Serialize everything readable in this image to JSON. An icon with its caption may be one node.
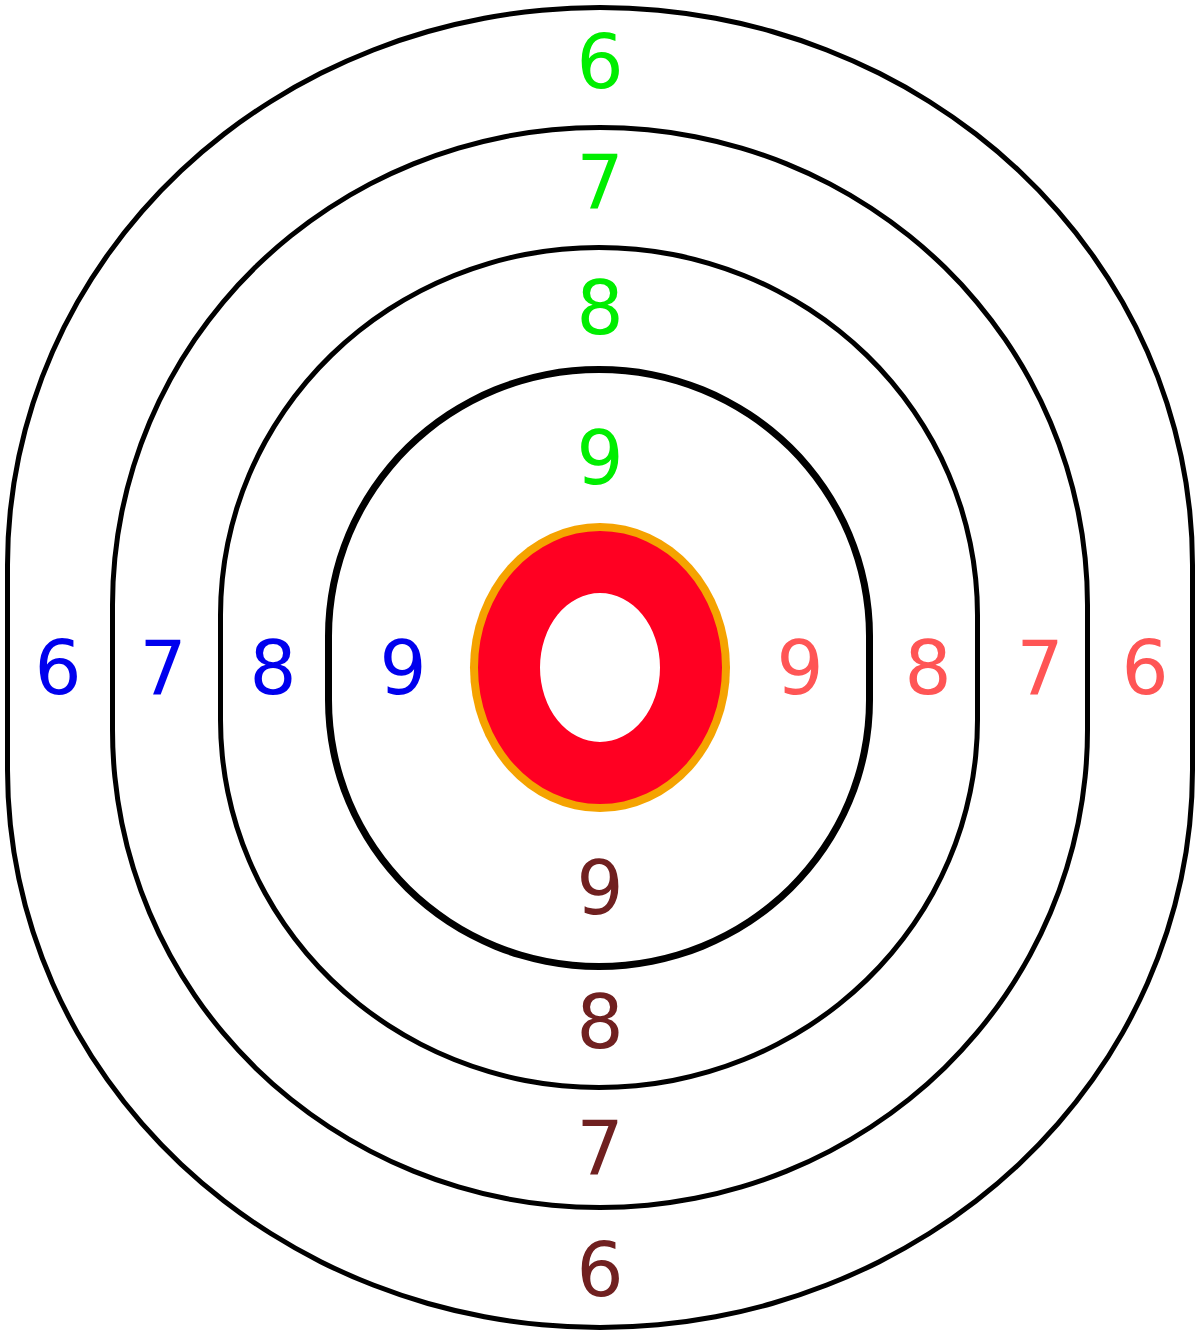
{
  "diagram": {
    "nodes": [
      {
        "text": [
          "6",
          "6",
          "6",
          "6"
        ]
      },
      {
        "text": [
          "7",
          "7",
          "7",
          "7"
        ],
        "in": 0
      },
      {
        "text": [
          "8",
          "8",
          "8",
          "8"
        ],
        "in": 1
      },
      {
        "text": [
          "9",
          "9",
          "9",
          "9"
        ],
        "in": 2
      },
      {
        "text": [],
        "shape": "circle",
        "in": 3
      }
    ]
  }
}
